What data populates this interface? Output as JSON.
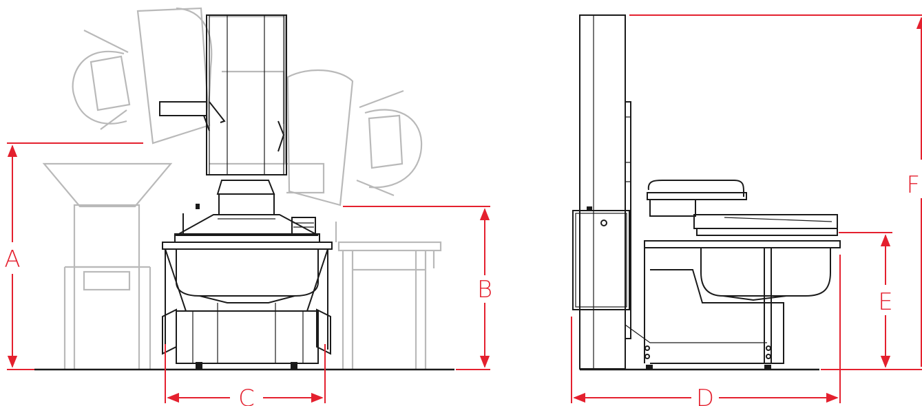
{
  "diagram": {
    "labels": {
      "a": "A",
      "b": "B",
      "c": "C",
      "d": "D",
      "e": "E",
      "f": "F"
    },
    "colors": {
      "dimension_lines": "#e4202e",
      "machine_outline": "#1a1a1a",
      "ghost_outline": "#b9b9b9",
      "background": "#ffffff"
    }
  }
}
